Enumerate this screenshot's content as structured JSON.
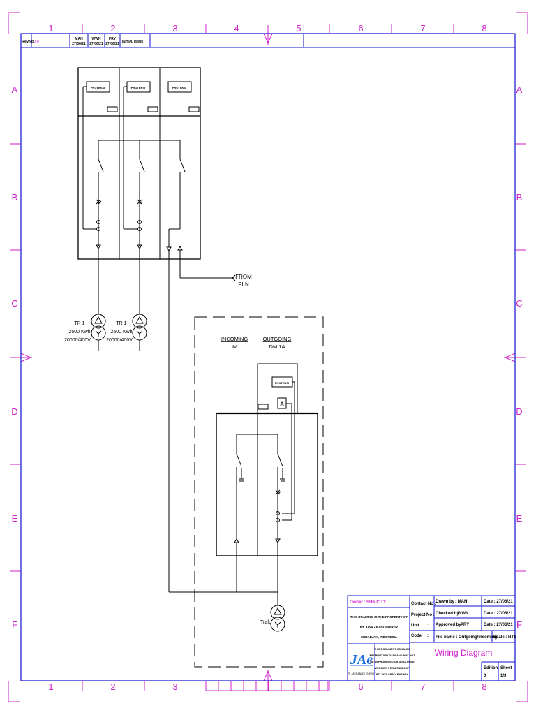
{
  "border": {
    "columns": [
      "1",
      "2",
      "3",
      "4",
      "5",
      "6",
      "7",
      "8"
    ],
    "rows": [
      "A",
      "B",
      "C",
      "D",
      "E",
      "F"
    ]
  },
  "revision": {
    "label": "RevNo",
    "no": "0.0",
    "drawn": "MAH",
    "drawn_date": "27/06/21",
    "checked": "WWN",
    "checked_date": "27/06/21",
    "approved": "PRY",
    "approved_date": "27/06/21",
    "description": "INITIAL ISSUE"
  },
  "panel": {
    "protection_labels": [
      "PROTEKSI",
      "PROTEKSI",
      "PROTEKSI"
    ],
    "from_label_1": "FROM",
    "from_label_2": "PLN"
  },
  "transformers": [
    {
      "name": "TR 1",
      "rating": "2500 Kwh",
      "voltage": "20000/400V"
    },
    {
      "name": "TR 1",
      "rating": "2500 Kwh",
      "voltage": "20000/400V"
    }
  ],
  "cubicle": {
    "incoming_label": "INCOMING",
    "incoming_code": "IM",
    "outgoing_label": "OUTGOING",
    "outgoing_code": "DM 1A",
    "protection_label": "PROTEKSI",
    "ammeter": "A",
    "trafo_label": "Trafo"
  },
  "title_block": {
    "owner": "Owner : SUN CITY",
    "property_1": "THIS DRAWING IS THE PROPERTY OF",
    "property_2": "PT. JAYA ABADI ENERGY",
    "property_3": "SURABAYA, INDONESIA",
    "contact_no": "Contact No :",
    "project_no": "Project No :",
    "unit": "Unit",
    "unit_sep": ":",
    "code": "Code",
    "code_sep": ":",
    "drawn_by_label": "Drawn by",
    "drawn_by": ": MAH",
    "checked_by_label": "Checked by",
    "checked_by": ": WWN",
    "approved_by_label": "Approved by :",
    "approved_by": "PRY",
    "date_drawn": "Date : 27/06/21",
    "date_checked": "Date : 27/06/21",
    "date_approved": "Date : 27/06/21",
    "file_name": "File name : Outgoing/Incoming",
    "scale": "Scale : NTS",
    "logo_text": "JAe",
    "logo_caption": "PT. JAYA ABADI ENERGY",
    "notice_1": "THIS DOCUMENT CONTAINS",
    "notice_2": "PROPRIETARY DATA AND MAY NOT",
    "notice_3": "BE REPRODUCED OR DISCLOSED",
    "notice_4": "WITHOUT PERMISSION OF",
    "notice_5": "PT. JAYA ABADI ENERGY",
    "drawing_title": "Wiring Diagram",
    "edition_label": "Edition",
    "edition": "0",
    "sheet_label": "Sheet",
    "sheet": "1/3"
  },
  "colors": {
    "frame": "#1010d0",
    "label": "#d020c8",
    "line": "#000000"
  }
}
